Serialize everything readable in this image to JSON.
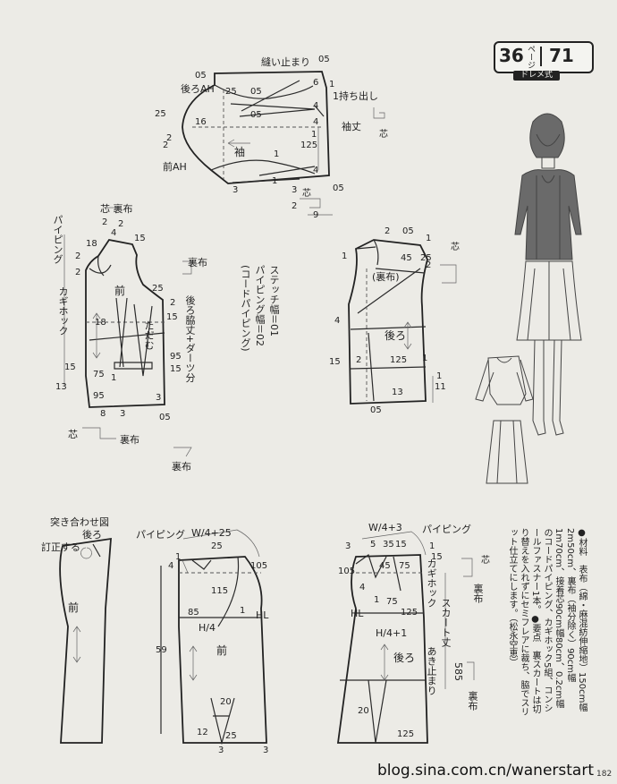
{
  "header": {
    "number": "36",
    "page_word": "ページ",
    "model": "71",
    "style": "ドレメ式"
  },
  "sleeve": {
    "title": "袖",
    "stop_mark": "縫い止まり",
    "back_ah": "後ろAH",
    "front_ah": "前AH",
    "raise": "1持ち出し",
    "sleeve_len": "袖丈",
    "core": "芯",
    "nums": [
      "05",
      "05",
      "25",
      "05",
      "6",
      "1",
      "4",
      "25",
      "16",
      "05",
      "4",
      "2",
      "1",
      "125",
      "1",
      "2",
      "3",
      "3",
      "1",
      "4",
      "05",
      "2",
      "9"
    ]
  },
  "front": {
    "title": "前",
    "piping": "パイピング",
    "hook": "カギホック",
    "tuck": "ただむ",
    "dart_note": "後ろ脇丈+ダーツ分",
    "lining": "裏布",
    "core_lining": "芯  裏布",
    "core": "芯",
    "nums": [
      "2",
      "4",
      "15",
      "18",
      "2",
      "2",
      "25",
      "2",
      "15",
      "18",
      "95",
      "15",
      "15",
      "75",
      "1",
      "13",
      "95",
      "8",
      "3",
      "05",
      "3",
      "2"
    ]
  },
  "notes": {
    "stitch": "ステッチ幅＝01",
    "piping_w": "パイピング幅＝02",
    "cord": "(コードパイピング)"
  },
  "back": {
    "title": "後ろ",
    "lining": "(裏布)",
    "core": "芯",
    "nums": [
      "2",
      "05",
      "1",
      "45",
      "25",
      "1",
      "4",
      "15",
      "2",
      "125",
      "1",
      "13",
      "1",
      "11",
      "05",
      "2"
    ]
  },
  "skirt_combo": {
    "title": "突き合わせ図",
    "adjust": "訂正する",
    "back": "後ろ",
    "front": "前"
  },
  "skirt_front": {
    "piping": "パイピング",
    "waist": "W/4+25",
    "title": "前",
    "hl": "HL",
    "hip": "H/4",
    "nums": [
      "1",
      "25",
      "4",
      "105",
      "115",
      "85",
      "1",
      "59",
      "20",
      "12",
      "25",
      "3",
      "3"
    ]
  },
  "skirt_back": {
    "waist": "W/4+3",
    "piping": "パイピング",
    "title": "後ろ",
    "hook": "カギホック",
    "lining": "裏布",
    "core": "芯",
    "skirt_len": "スカート丈",
    "skirt_len_val": "585",
    "slit": "あき止まり",
    "hl": "HL",
    "hip": "H/4+1",
    "nums": [
      "3",
      "5",
      "35",
      "15",
      "1",
      "15",
      "105",
      "45",
      "75",
      "75",
      "125",
      "4",
      "1",
      "20",
      "125"
    ]
  },
  "materials": "●材料　表布（綿・麻混紡伸縮地）150cm幅2m50cm、裏布（袖分除く）90cm幅1m70cm、接着芯90cm幅80cm、0.2cm幅のコードパイピング、カギホック5組、コンシールファスナー1本。●要点　裏スカートは切り替えを入れずにセミフレアに裁ち、脇でスリット仕立てにします。（松永空恵）",
  "watermark": "blog.sina.com.cn/wanerstart",
  "page_number": "182"
}
